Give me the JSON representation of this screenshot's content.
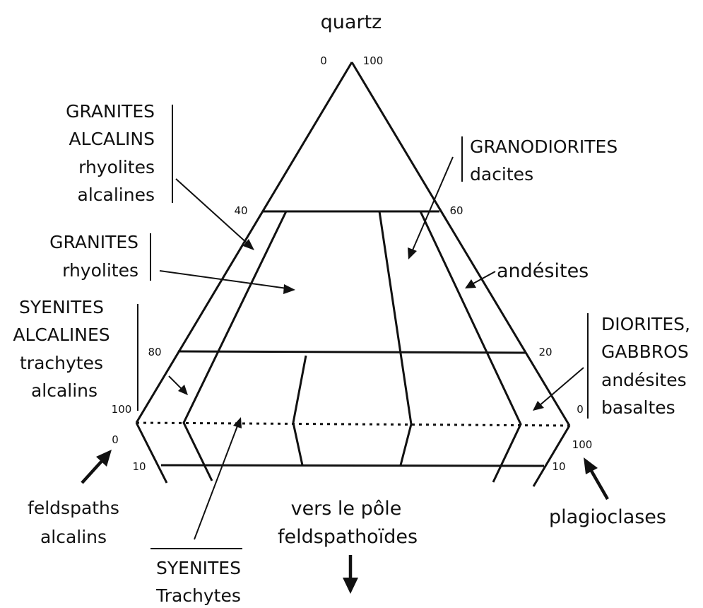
{
  "apex_label": "quartz",
  "left_corner_label": [
    "feldspaths",
    "alcalins"
  ],
  "right_corner_label": "plagioclases",
  "bottom_label": [
    "vers le pôle",
    "feldspathoïdes"
  ],
  "ticks": {
    "apex_left": "0",
    "apex_right": "100",
    "q40": "40",
    "q60": "60",
    "q80": "80",
    "q20": "20",
    "base_left_100": "100",
    "base_right_0": "0",
    "foid_left_0": "0",
    "foid_right_100": "100",
    "foid_left_10": "10",
    "foid_right_10": "10"
  },
  "fields": {
    "granites_alcalins": [
      "GRANITES",
      "ALCALINS",
      "rhyolites",
      "alcalines"
    ],
    "granodiorites": [
      "GRANODIORITES",
      "dacites"
    ],
    "granites": [
      "GRANITES",
      "rhyolites"
    ],
    "andesites": "andésites",
    "syenites_alcalines": [
      "SYENITES",
      "ALCALINES",
      "trachytes",
      "alcalins"
    ],
    "diorites_gabbros": [
      "DIORITES,",
      "GABBROS",
      "andésites",
      "basaltes"
    ],
    "syenites": [
      "SYENITES",
      "Trachytes"
    ]
  }
}
